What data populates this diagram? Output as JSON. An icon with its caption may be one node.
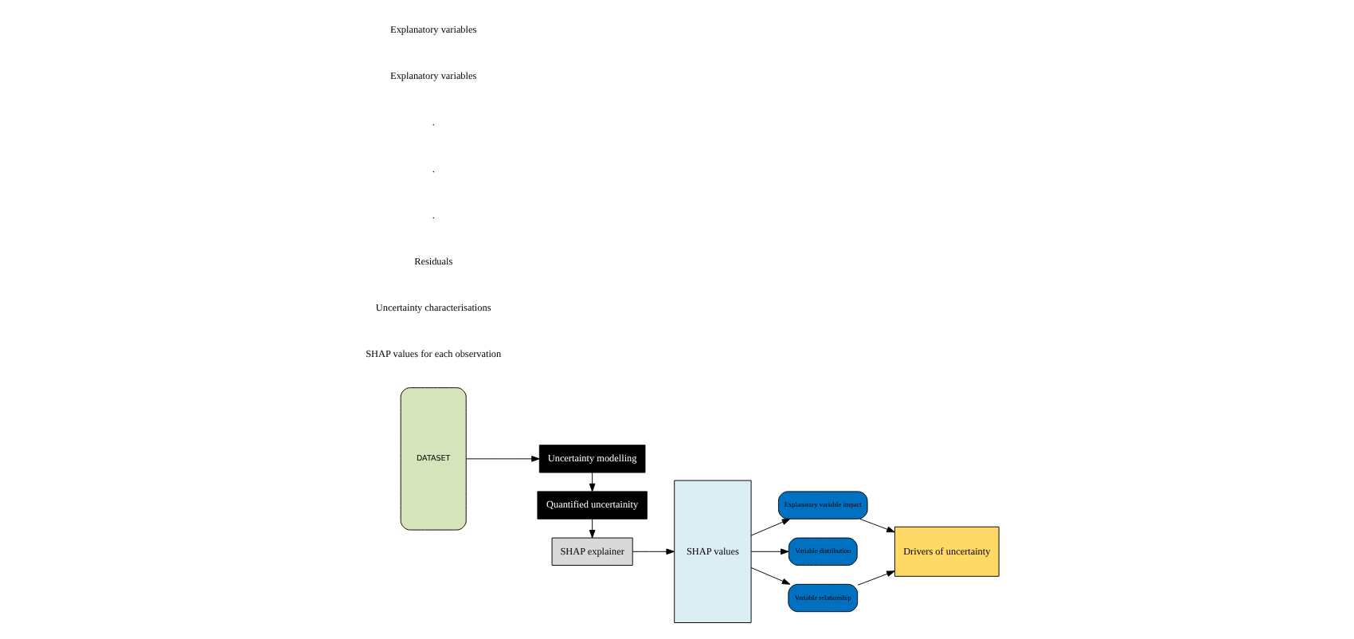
{
  "diagram": {
    "nodes": [
      {
        "text": [
          "DATASET"
        ]
      },
      {
        "text": [
          "Uncertainty modelling"
        ]
      },
      {
        "text": [
          "Quantified uncertainity"
        ]
      },
      {
        "text": [
          "SHAP explainer"
        ]
      },
      {
        "text": [
          "SHAP values"
        ]
      },
      {
        "text": [
          "Explanatory variable impact"
        ]
      },
      {
        "text": [
          "Variable distribution"
        ]
      },
      {
        "text": [
          "Variable relationship"
        ]
      },
      {
        "text": [
          "Drivers of uncertainty"
        ]
      }
    ],
    "edges": [
      {
        "from": 0,
        "to": 1,
        "arrow": "to"
      },
      {
        "from": 1,
        "to": 2,
        "arrow": "to"
      },
      {
        "from": 2,
        "to": 3,
        "arrow": "to"
      },
      {
        "from": 3,
        "to": 4,
        "arrow": "to"
      },
      {
        "from": 4,
        "to": 5,
        "arrow": "to"
      },
      {
        "from": 4,
        "to": 6,
        "arrow": "to"
      },
      {
        "from": 4,
        "to": 7,
        "arrow": "to"
      },
      {
        "from": 5,
        "to": 8,
        "arrow": "to"
      },
      {
        "from": 7,
        "to": 8,
        "arrow": "to"
      }
    ],
    "labels": [
      "SHAP values for each observation",
      "Uncertainty characterisations",
      "Residuals",
      ".",
      ".",
      ".",
      "Explanatory variables",
      "Explanatory variables"
    ]
  }
}
